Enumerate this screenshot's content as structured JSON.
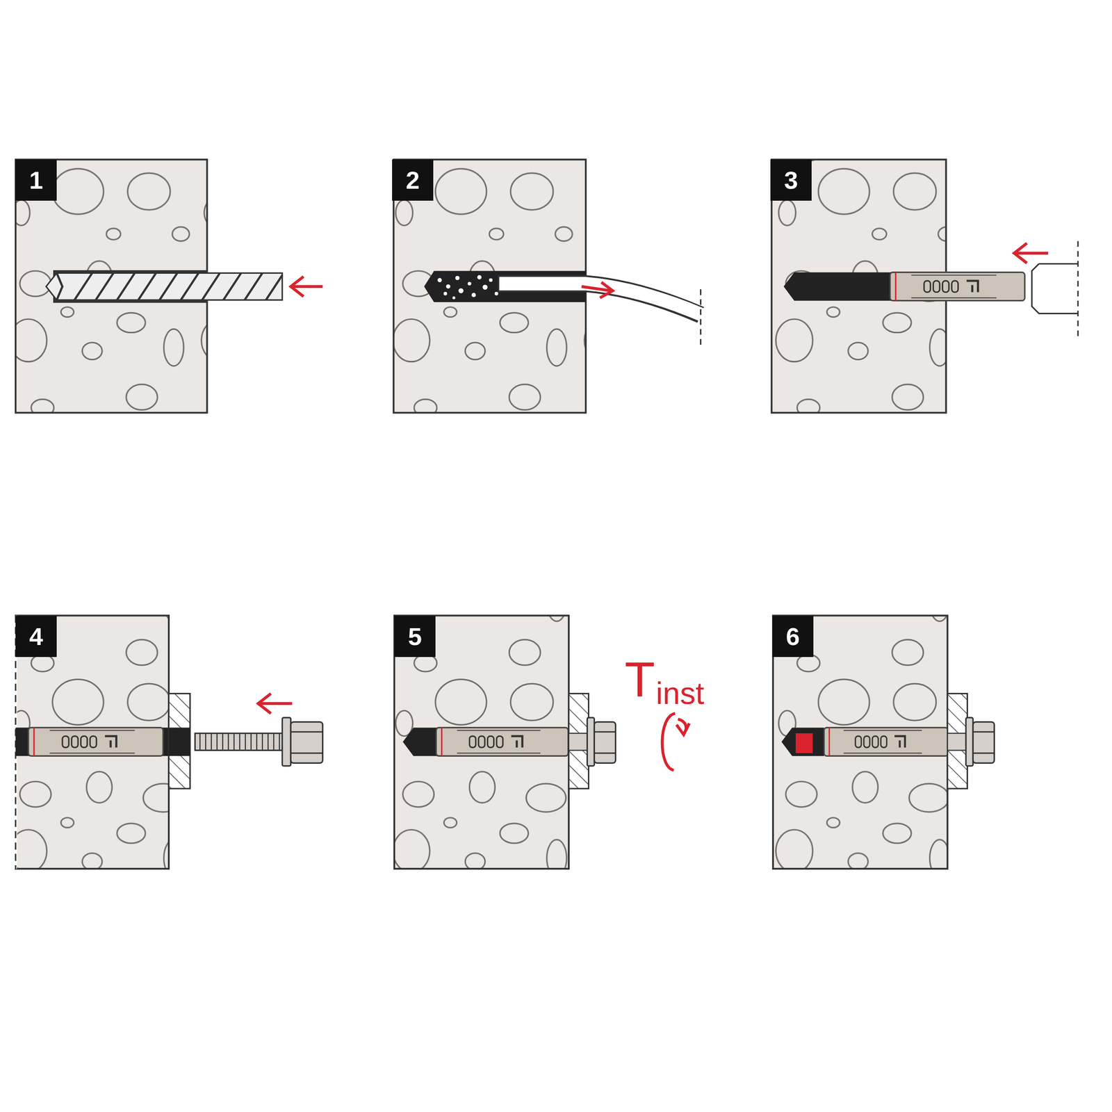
{
  "diagram": {
    "nodes": [
      {
        "text": [
          "1"
        ]
      },
      {
        "text": [
          "2"
        ]
      },
      {
        "text": [
          "3"
        ]
      },
      {
        "text": [
          "4"
        ]
      },
      {
        "text": [
          "5"
        ]
      },
      {
        "text": [
          "6"
        ]
      }
    ],
    "labels": [
      "T",
      "inst"
    ]
  }
}
